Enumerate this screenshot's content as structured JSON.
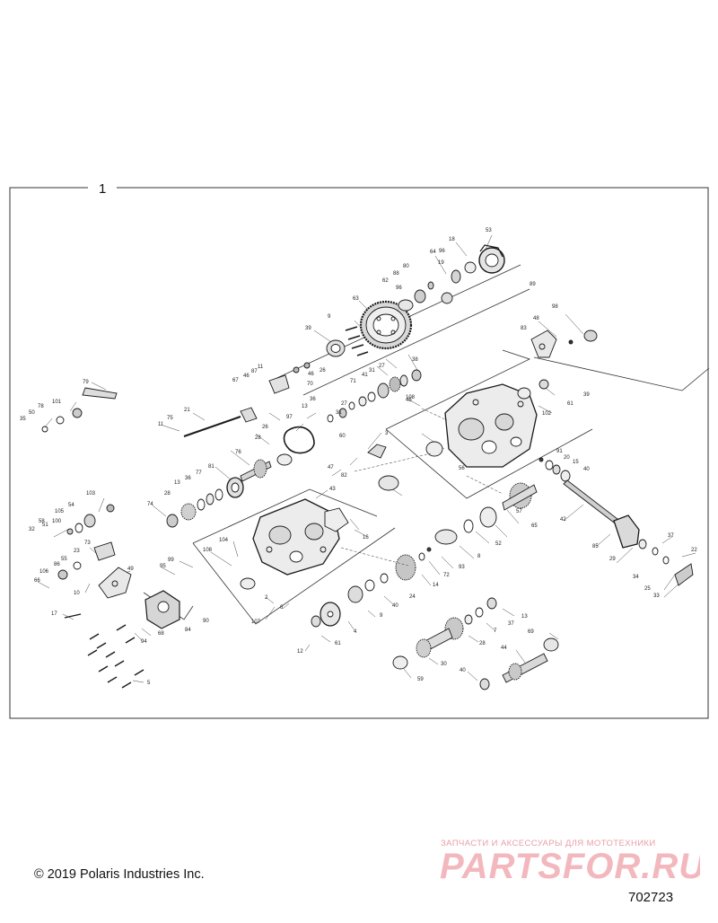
{
  "diagram": {
    "frame_label": "1",
    "callouts": [
      "53",
      "18",
      "96",
      "64",
      "89",
      "19",
      "80",
      "88",
      "62",
      "96",
      "63",
      "98",
      "48",
      "83",
      "9",
      "39",
      "79",
      "38",
      "27",
      "31",
      "41",
      "71",
      "26",
      "11",
      "87",
      "46",
      "67",
      "46",
      "70",
      "27",
      "31",
      "45",
      "61",
      "102",
      "108",
      "101",
      "78",
      "50",
      "35",
      "21",
      "75",
      "11",
      "26",
      "97",
      "36",
      "13",
      "28",
      "76",
      "60",
      "47",
      "82",
      "3",
      "56",
      "39",
      "91",
      "20",
      "15",
      "40",
      "81",
      "77",
      "36",
      "13",
      "28",
      "74",
      "43",
      "16",
      "57",
      "42",
      "65",
      "85",
      "52",
      "29",
      "37",
      "34",
      "25",
      "22",
      "33",
      "103",
      "54",
      "105",
      "100",
      "58",
      "51",
      "32",
      "23",
      "73",
      "55",
      "86",
      "106",
      "66",
      "10",
      "49",
      "95",
      "99",
      "104",
      "108",
      "17",
      "6",
      "2",
      "107",
      "90",
      "84",
      "68",
      "94",
      "5",
      "4",
      "61",
      "12",
      "9",
      "40",
      "24",
      "14",
      "72",
      "8",
      "93",
      "7",
      "13",
      "37",
      "28",
      "69",
      "44",
      "30",
      "59",
      "40",
      "43"
    ]
  },
  "footer": {
    "copyright": "© 2019 Polaris Industries Inc.",
    "diagram_id": "702723"
  },
  "watermark": {
    "tagline": "ЗАПЧАСТИ И АКСЕССУАРЫ ДЛЯ МОТОТЕХНИКИ",
    "logo": "PARTSFOR.RU"
  }
}
